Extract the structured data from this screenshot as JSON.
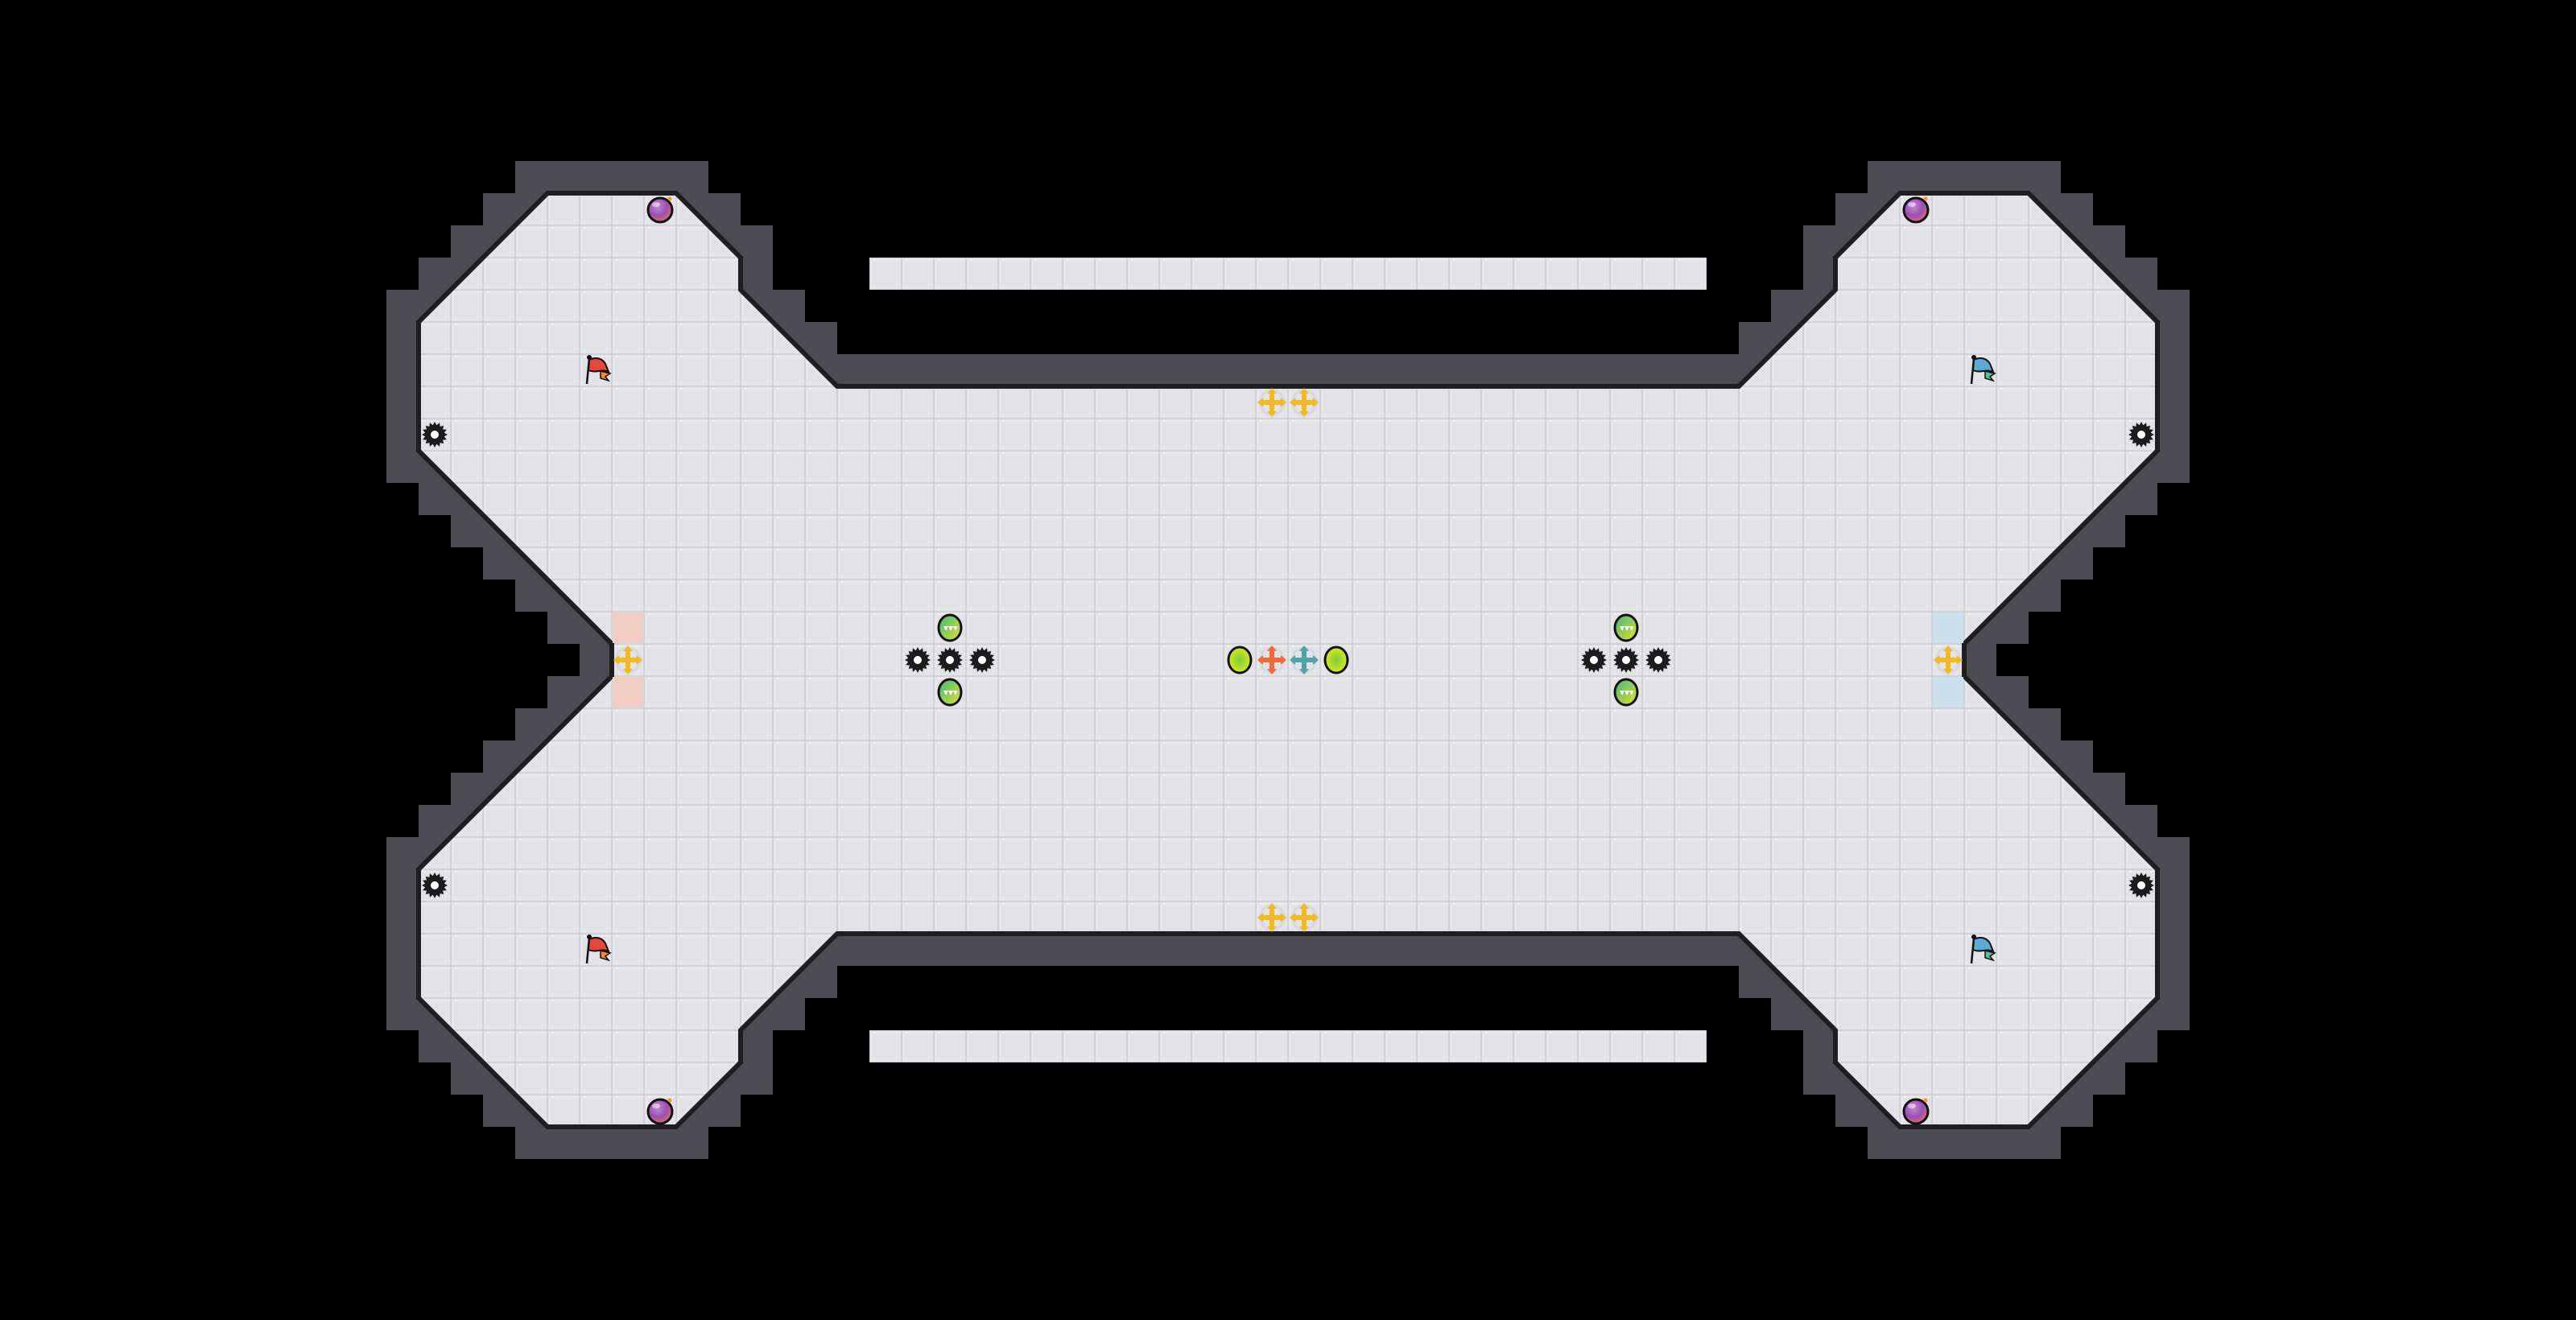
{
  "game": {
    "view": "map-overview",
    "colors": {
      "background": "#000000",
      "wall": "#4b4b51",
      "wall_edge": "#1f1f23",
      "floor": "#e3e3e7",
      "floor_line": "#d2d2d6",
      "red_team": "#e8453c",
      "blue_team": "#5aaad6",
      "red_endzone": "#f0cfc2",
      "blue_endzone": "#cbe0ee",
      "boost_neutral": "#f5b820",
      "boost_red": "#f26a3a",
      "boost_blue": "#4fa3a8",
      "bomb": "#a24fb3",
      "powerup": "#5cc36a",
      "neutral_button": "#e6e622"
    },
    "entity_types": [
      "flag-red-icon",
      "flag-blue-icon",
      "bomb-icon",
      "spike-icon",
      "powerup-icon",
      "neutral-button-icon",
      "boost-neutral-icon",
      "boost-red-icon",
      "boost-blue-icon",
      "endzone-tile-red",
      "endzone-tile-blue"
    ]
  }
}
